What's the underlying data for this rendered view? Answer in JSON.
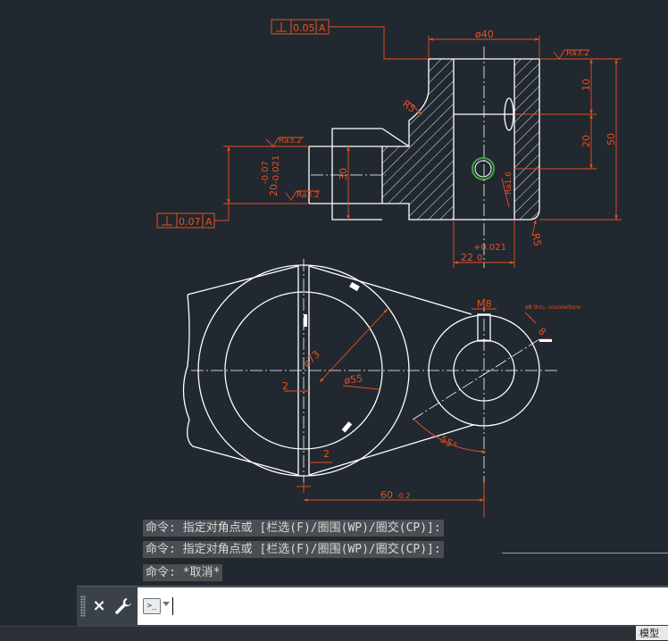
{
  "drawing": {
    "colors": {
      "background": "#212830",
      "geometry": "#ffffff",
      "dimension": "#e8501e",
      "highlight": "#3fa83f"
    },
    "top_view": {
      "perpendicularity_top": {
        "value": "0.05",
        "datum": "A"
      },
      "perpendicularity_left": {
        "value": "0.07",
        "datum": "A"
      },
      "roughness_top_right": "Ra3.2",
      "roughness_left": "Ra3.2",
      "roughness_inner_left": "Ra3.2",
      "roughness_hole": "Ra1.6",
      "dim_diameter_top": "ø40",
      "dim_height_10": "10",
      "dim_height_20": "20",
      "dim_total_50": "50",
      "dim_30": "30",
      "dim_radius_r5_left": "R5",
      "dim_radius_r5_right": "R5",
      "dim_tolerance": "20",
      "dim_tolerance_upper": "-0.07",
      "dim_tolerance_lower": "-0.021",
      "dim_bottom": "22",
      "dim_bottom_upper": "+0.021",
      "dim_bottom_lower": "0"
    },
    "front_view": {
      "dim_r73": "ø73",
      "dim_d55": "ø55",
      "dim_2_left": "2",
      "dim_2_bottom": "2",
      "dim_m8": "M8",
      "dim_hole_note": "ø8 thru, counterbore",
      "dim_8": "8",
      "dim_angle": "55°",
      "dim_60": "60",
      "dim_60_tol": "-0.2"
    }
  },
  "command_history": [
    "命令: 指定对角点或 [栏选(F)/圈围(WP)/圈交(CP)]:",
    "命令: 指定对角点或 [栏选(F)/圈围(WP)/圈交(CP)]:",
    "命令: *取消*"
  ],
  "command_line": {
    "close_label": "×",
    "prompt_icon": ">_",
    "input_value": "",
    "placeholder": ""
  },
  "status": {
    "model_tab": "模型"
  }
}
